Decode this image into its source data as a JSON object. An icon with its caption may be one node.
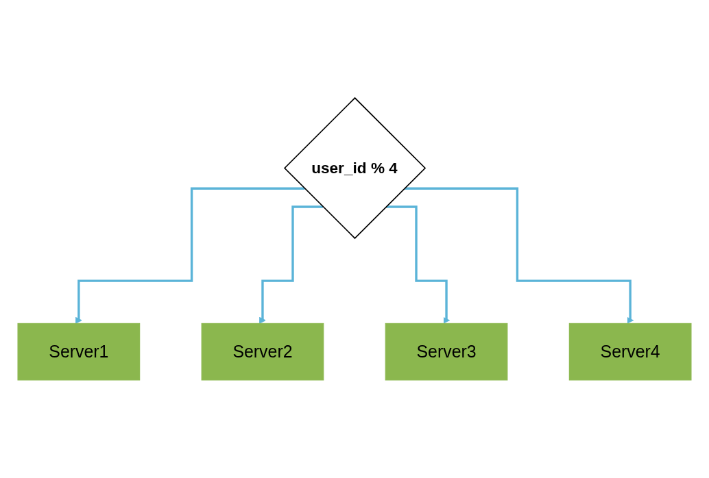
{
  "diagram": {
    "nodes": [
      {
        "text": [
          "user_id % 4"
        ]
      },
      {
        "text": [
          "Server1"
        ]
      },
      {
        "text": [
          "Server2"
        ]
      },
      {
        "text": [
          "Server3"
        ]
      },
      {
        "text": [
          "Server4"
        ]
      }
    ],
    "edges": [
      {
        "from": 0,
        "to": 1,
        "arrow": "to"
      },
      {
        "from": 0,
        "to": 2,
        "arrow": "to"
      },
      {
        "from": 0,
        "to": 3,
        "arrow": "to"
      },
      {
        "from": 0,
        "to": 4,
        "arrow": "to"
      }
    ]
  }
}
